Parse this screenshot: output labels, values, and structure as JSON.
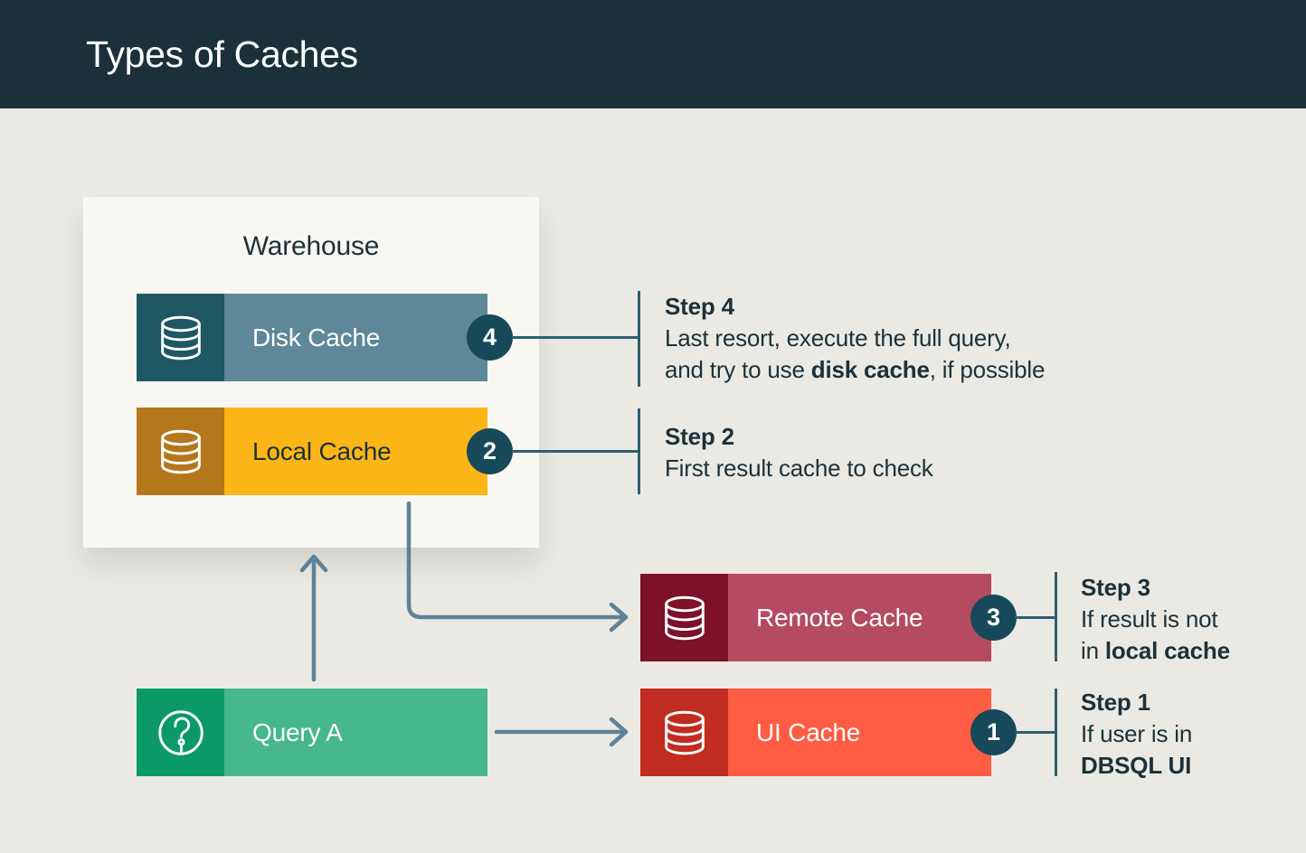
{
  "header": {
    "title": "Types of Caches"
  },
  "warehouse": {
    "label": "Warehouse"
  },
  "nodes": {
    "disk": {
      "label": "Disk Cache",
      "badge": "4",
      "icon": "database-icon"
    },
    "local": {
      "label": "Local Cache",
      "badge": "2",
      "icon": "database-icon"
    },
    "query": {
      "label": "Query A",
      "icon": "question-icon"
    },
    "remote": {
      "label": "Remote Cache",
      "badge": "3",
      "icon": "database-icon"
    },
    "ui": {
      "label": "UI Cache",
      "badge": "1",
      "icon": "database-icon"
    }
  },
  "steps": {
    "step4": {
      "title": "Step 4",
      "lines": [
        [
          {
            "t": "Last resort, execute the full query,",
            "b": false
          }
        ],
        [
          {
            "t": "and try to use ",
            "b": false
          },
          {
            "t": "disk cache",
            "b": true
          },
          {
            "t": ", if possible",
            "b": false
          }
        ]
      ]
    },
    "step2": {
      "title": "Step 2",
      "lines": [
        [
          {
            "t": "First result cache to check",
            "b": false
          }
        ]
      ]
    },
    "step3": {
      "title": "Step 3",
      "lines": [
        [
          {
            "t": "If result is not",
            "b": false
          }
        ],
        [
          {
            "t": "in ",
            "b": false
          },
          {
            "t": "local cache",
            "b": true
          }
        ]
      ]
    },
    "step1": {
      "title": "Step 1",
      "lines": [
        [
          {
            "t": "If user is in",
            "b": false
          }
        ],
        [
          {
            "t": "DBSQL UI",
            "b": true
          }
        ]
      ]
    }
  },
  "palette": {
    "header_bg": "#1b3139",
    "canvas_bg": "#ebe9e3",
    "panel_bg": "#f9f7f1",
    "text_dark": "#1b3139",
    "text_light": "#ffffff",
    "badge_bg": "#17495a",
    "connector": "#2d5e70",
    "arrow": "#5e8296",
    "disk_icon_bg": "#1f5764",
    "disk_bar_bg": "#5e8799",
    "local_icon_bg": "#b5771b",
    "local_bar_bg": "#fcb516",
    "query_icon_bg": "#0b9a67",
    "query_bar_bg": "#47b78c",
    "remote_icon_bg": "#7c1127",
    "remote_bar_bg": "#b54b60",
    "ui_icon_bg": "#c02c1f",
    "ui_bar_bg": "#fe5c43"
  }
}
